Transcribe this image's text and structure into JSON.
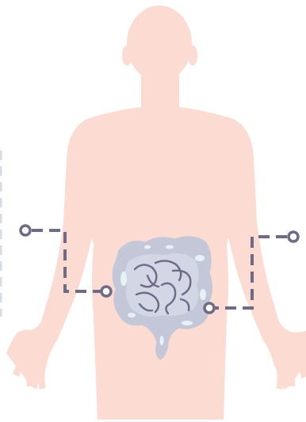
{
  "figure": {
    "subject": "human-body-with-intestines",
    "icon": "intestines-icon"
  },
  "colors": {
    "skin": "#fcdcd2",
    "skin_shade": "#f8cfc3",
    "intestine_fill": "#c4c7d8",
    "intestine_highlight": "#e6f2f8",
    "intestine_coil": "#6e6a88",
    "leader": "#6f6a86",
    "side_line": "#d5dde4"
  },
  "callouts": [
    {
      "id": "left-upper"
    },
    {
      "id": "right-upper"
    },
    {
      "id": "left-lower"
    },
    {
      "id": "right-lower"
    }
  ]
}
